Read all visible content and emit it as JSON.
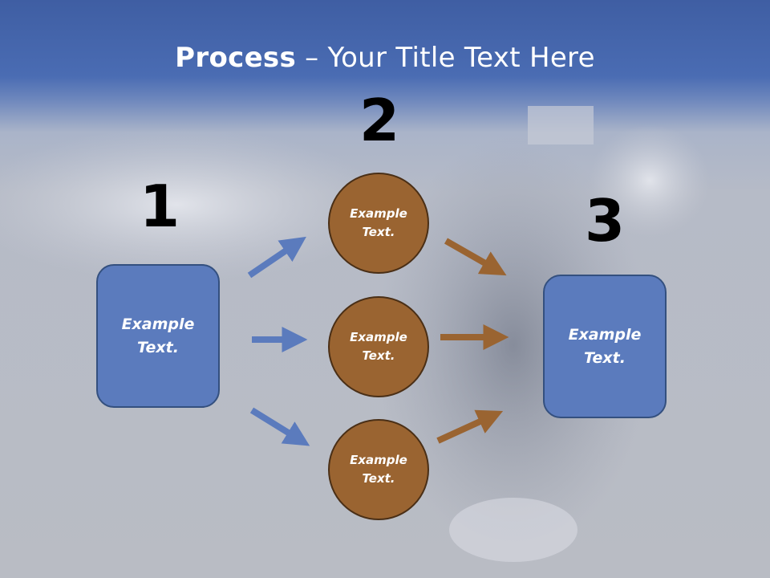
{
  "title": {
    "bold": "Process",
    "rest": " – Your Title Text Here"
  },
  "steps": {
    "one": "1",
    "two": "2",
    "three": "3"
  },
  "box_left": "Example\nText.",
  "box_right": "Example\nText.",
  "circles": [
    "Example\nText.",
    "Example\nText.",
    "Example\nText."
  ],
  "colors": {
    "header": "#4a6cb3",
    "box": "#5b7bbd",
    "circle": "#9a6431",
    "arrow_blue": "#5b7bbd",
    "arrow_brown": "#9a6431"
  }
}
